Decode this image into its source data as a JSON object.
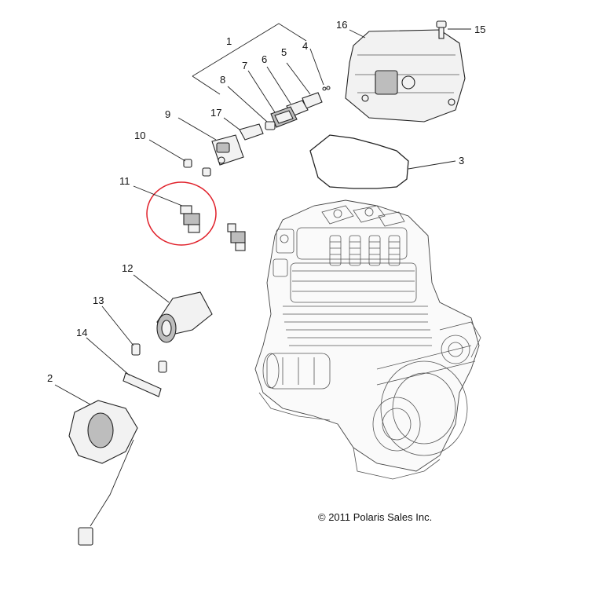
{
  "callouts": [
    {
      "id": "1",
      "label": "1"
    },
    {
      "id": "2",
      "label": "2"
    },
    {
      "id": "3",
      "label": "3"
    },
    {
      "id": "4",
      "label": "4"
    },
    {
      "id": "5",
      "label": "5"
    },
    {
      "id": "6",
      "label": "6"
    },
    {
      "id": "7",
      "label": "7"
    },
    {
      "id": "8",
      "label": "8"
    },
    {
      "id": "9",
      "label": "9"
    },
    {
      "id": "10",
      "label": "10"
    },
    {
      "id": "11",
      "label": "11"
    },
    {
      "id": "12",
      "label": "12"
    },
    {
      "id": "13",
      "label": "13"
    },
    {
      "id": "14",
      "label": "14"
    },
    {
      "id": "15",
      "label": "15"
    },
    {
      "id": "16",
      "label": "16"
    },
    {
      "id": "17",
      "label": "17"
    }
  ],
  "highlight": {
    "part": "11",
    "color": "#e0202a"
  },
  "copyright": "© 2011 Polaris Sales Inc."
}
